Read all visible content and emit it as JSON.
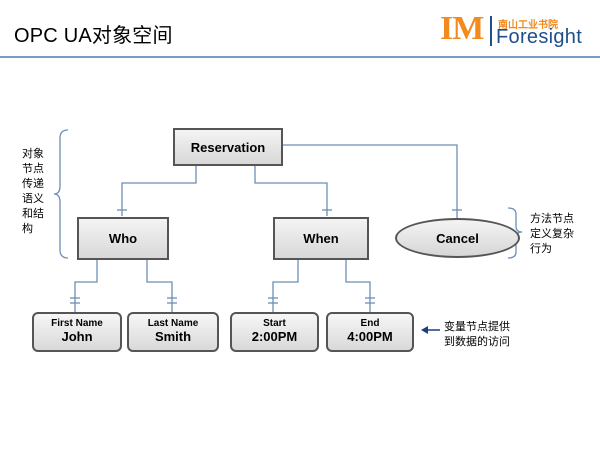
{
  "header": {
    "title": "OPC UA对象空间",
    "logo_im": "IM",
    "logo_cn": "南山工业书院",
    "logo_en": "Foresight"
  },
  "nodes": {
    "root": "Reservation",
    "who": "Who",
    "when": "When",
    "cancel": "Cancel",
    "first_name": {
      "label": "First Name",
      "value": "John"
    },
    "last_name": {
      "label": "Last Name",
      "value": "Smith"
    },
    "start": {
      "label": "Start",
      "value": "2:00PM"
    },
    "end": {
      "label": "End",
      "value": "4:00PM"
    }
  },
  "notes": {
    "left": [
      "对象",
      "节点",
      "传递",
      "语义",
      "和结",
      "构"
    ],
    "right_method": [
      "方法节点",
      "定义复杂",
      "行为"
    ],
    "right_variable": [
      "变量节点提供",
      "到数据的访问"
    ]
  },
  "colors": {
    "connector": "#6e8fb4",
    "title_rule": "#7a9cc0",
    "logo_orange": "#f28a1e",
    "logo_blue": "#1f4e8c"
  }
}
